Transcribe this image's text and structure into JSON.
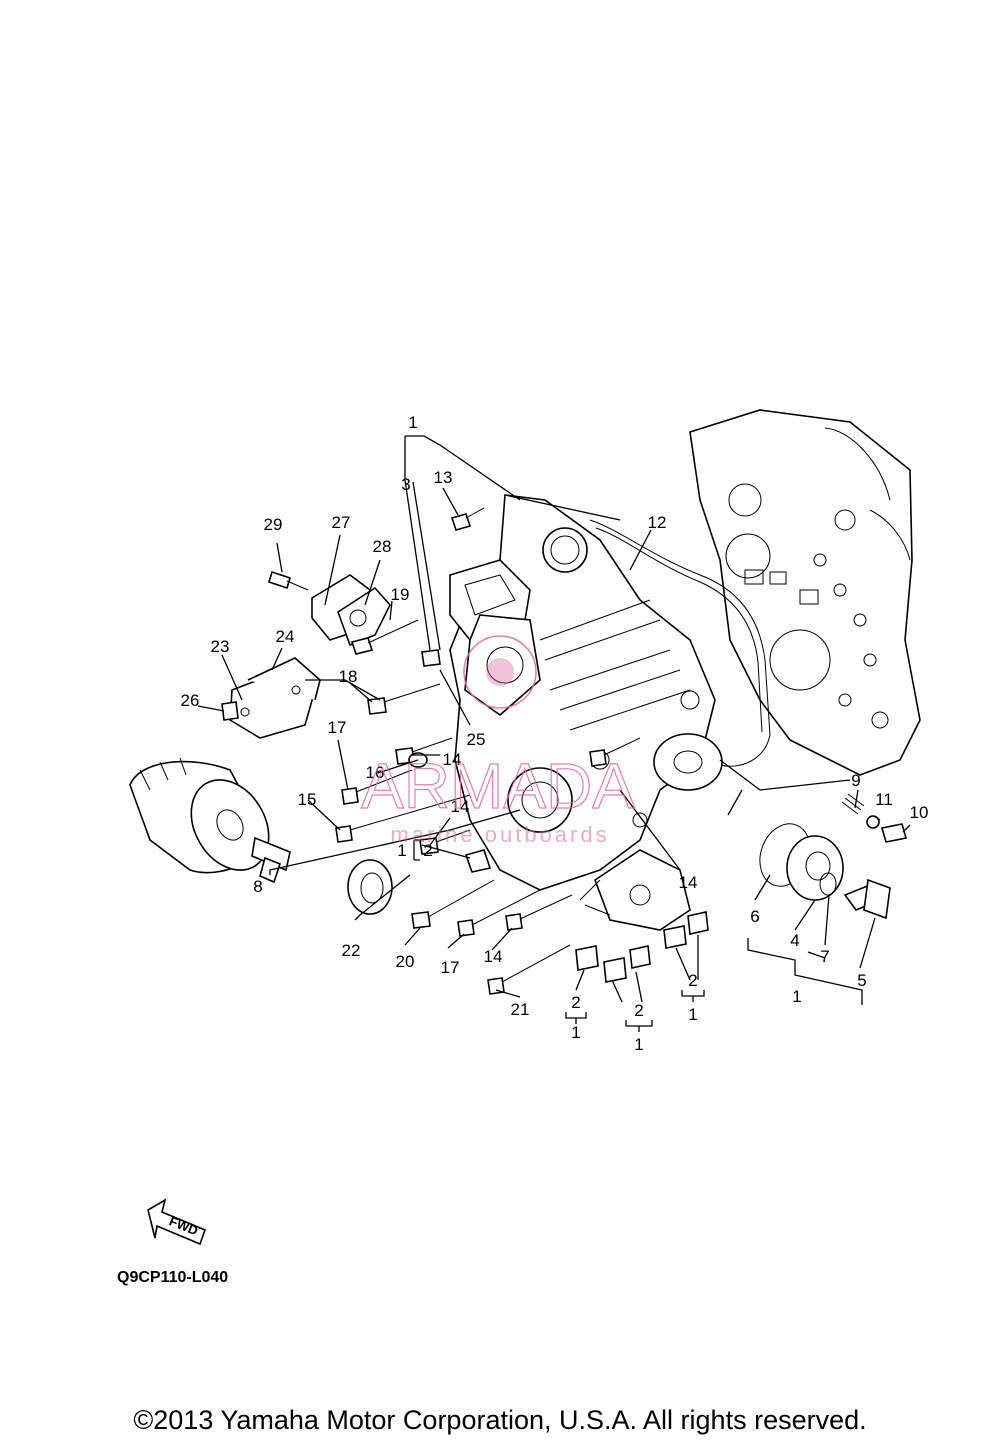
{
  "callouts": [
    {
      "id": "c1a",
      "text": "1"
    },
    {
      "id": "c3",
      "text": "3"
    },
    {
      "id": "c13",
      "text": "13"
    },
    {
      "id": "c12",
      "text": "12"
    },
    {
      "id": "c29",
      "text": "29"
    },
    {
      "id": "c27",
      "text": "27"
    },
    {
      "id": "c28",
      "text": "28"
    },
    {
      "id": "c19",
      "text": "19"
    },
    {
      "id": "c23",
      "text": "23"
    },
    {
      "id": "c24",
      "text": "24"
    },
    {
      "id": "c18",
      "text": "18"
    },
    {
      "id": "c26",
      "text": "26"
    },
    {
      "id": "c25",
      "text": "25"
    },
    {
      "id": "c17a",
      "text": "17"
    },
    {
      "id": "c14a",
      "text": "14"
    },
    {
      "id": "c16",
      "text": "16"
    },
    {
      "id": "c15",
      "text": "15"
    },
    {
      "id": "c14b",
      "text": "14"
    },
    {
      "id": "c1b",
      "text": "1"
    },
    {
      "id": "c2a",
      "text": "2"
    },
    {
      "id": "c14c",
      "text": "14"
    },
    {
      "id": "c9",
      "text": "9"
    },
    {
      "id": "c11",
      "text": "11"
    },
    {
      "id": "c10",
      "text": "10"
    },
    {
      "id": "c8",
      "text": "8"
    },
    {
      "id": "c22",
      "text": "22"
    },
    {
      "id": "c20",
      "text": "20"
    },
    {
      "id": "c17b",
      "text": "17"
    },
    {
      "id": "c14d",
      "text": "14"
    },
    {
      "id": "c21",
      "text": "21"
    },
    {
      "id": "c2b",
      "text": "2"
    },
    {
      "id": "c1c",
      "text": "1"
    },
    {
      "id": "c2c",
      "text": "2"
    },
    {
      "id": "c1d",
      "text": "1"
    },
    {
      "id": "c2d",
      "text": "2"
    },
    {
      "id": "c1e",
      "text": "1"
    },
    {
      "id": "c6",
      "text": "6"
    },
    {
      "id": "c4",
      "text": "4"
    },
    {
      "id": "c7",
      "text": "7"
    },
    {
      "id": "c5",
      "text": "5"
    },
    {
      "id": "c1f",
      "text": "1"
    }
  ],
  "fwd_label": "FWD",
  "diagram_code": "Q9CP110-L040",
  "watermark": {
    "brand": "ARMADA",
    "tagline": "marine outboards"
  },
  "colors": {
    "line": "#000000",
    "background": "#ffffff",
    "watermark": "#d96aa4"
  },
  "copyright": "©2013 Yamaha Motor Corporation, U.S.A. All rights reserved."
}
